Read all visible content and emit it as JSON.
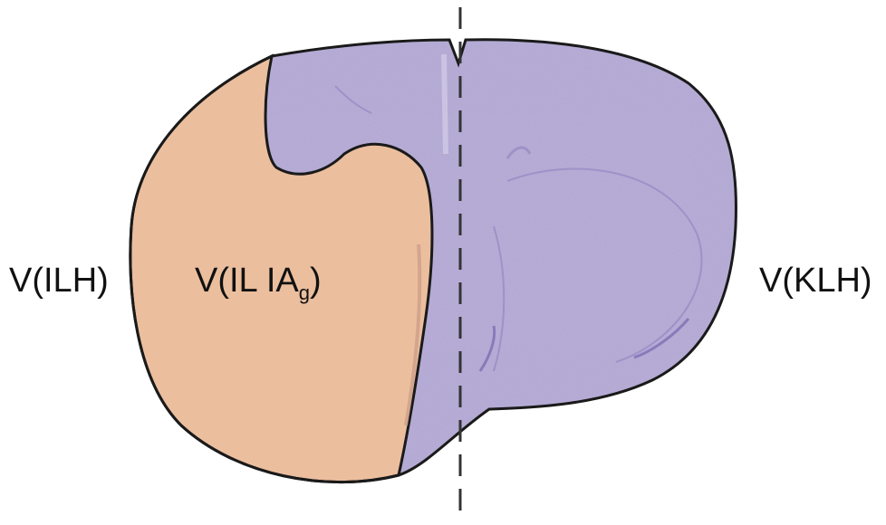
{
  "labels": {
    "left": "V(ILH)",
    "inner_main": "V(IL IA",
    "inner_sub": "g",
    "inner_close": ")",
    "right": "V(KLH)"
  },
  "colors": {
    "tissue": "#b9b0d8",
    "tissue_dark": "#9b8fc6",
    "lesion": "#ebbe9e",
    "outline": "#1a1a1a",
    "midline": "#333333"
  }
}
